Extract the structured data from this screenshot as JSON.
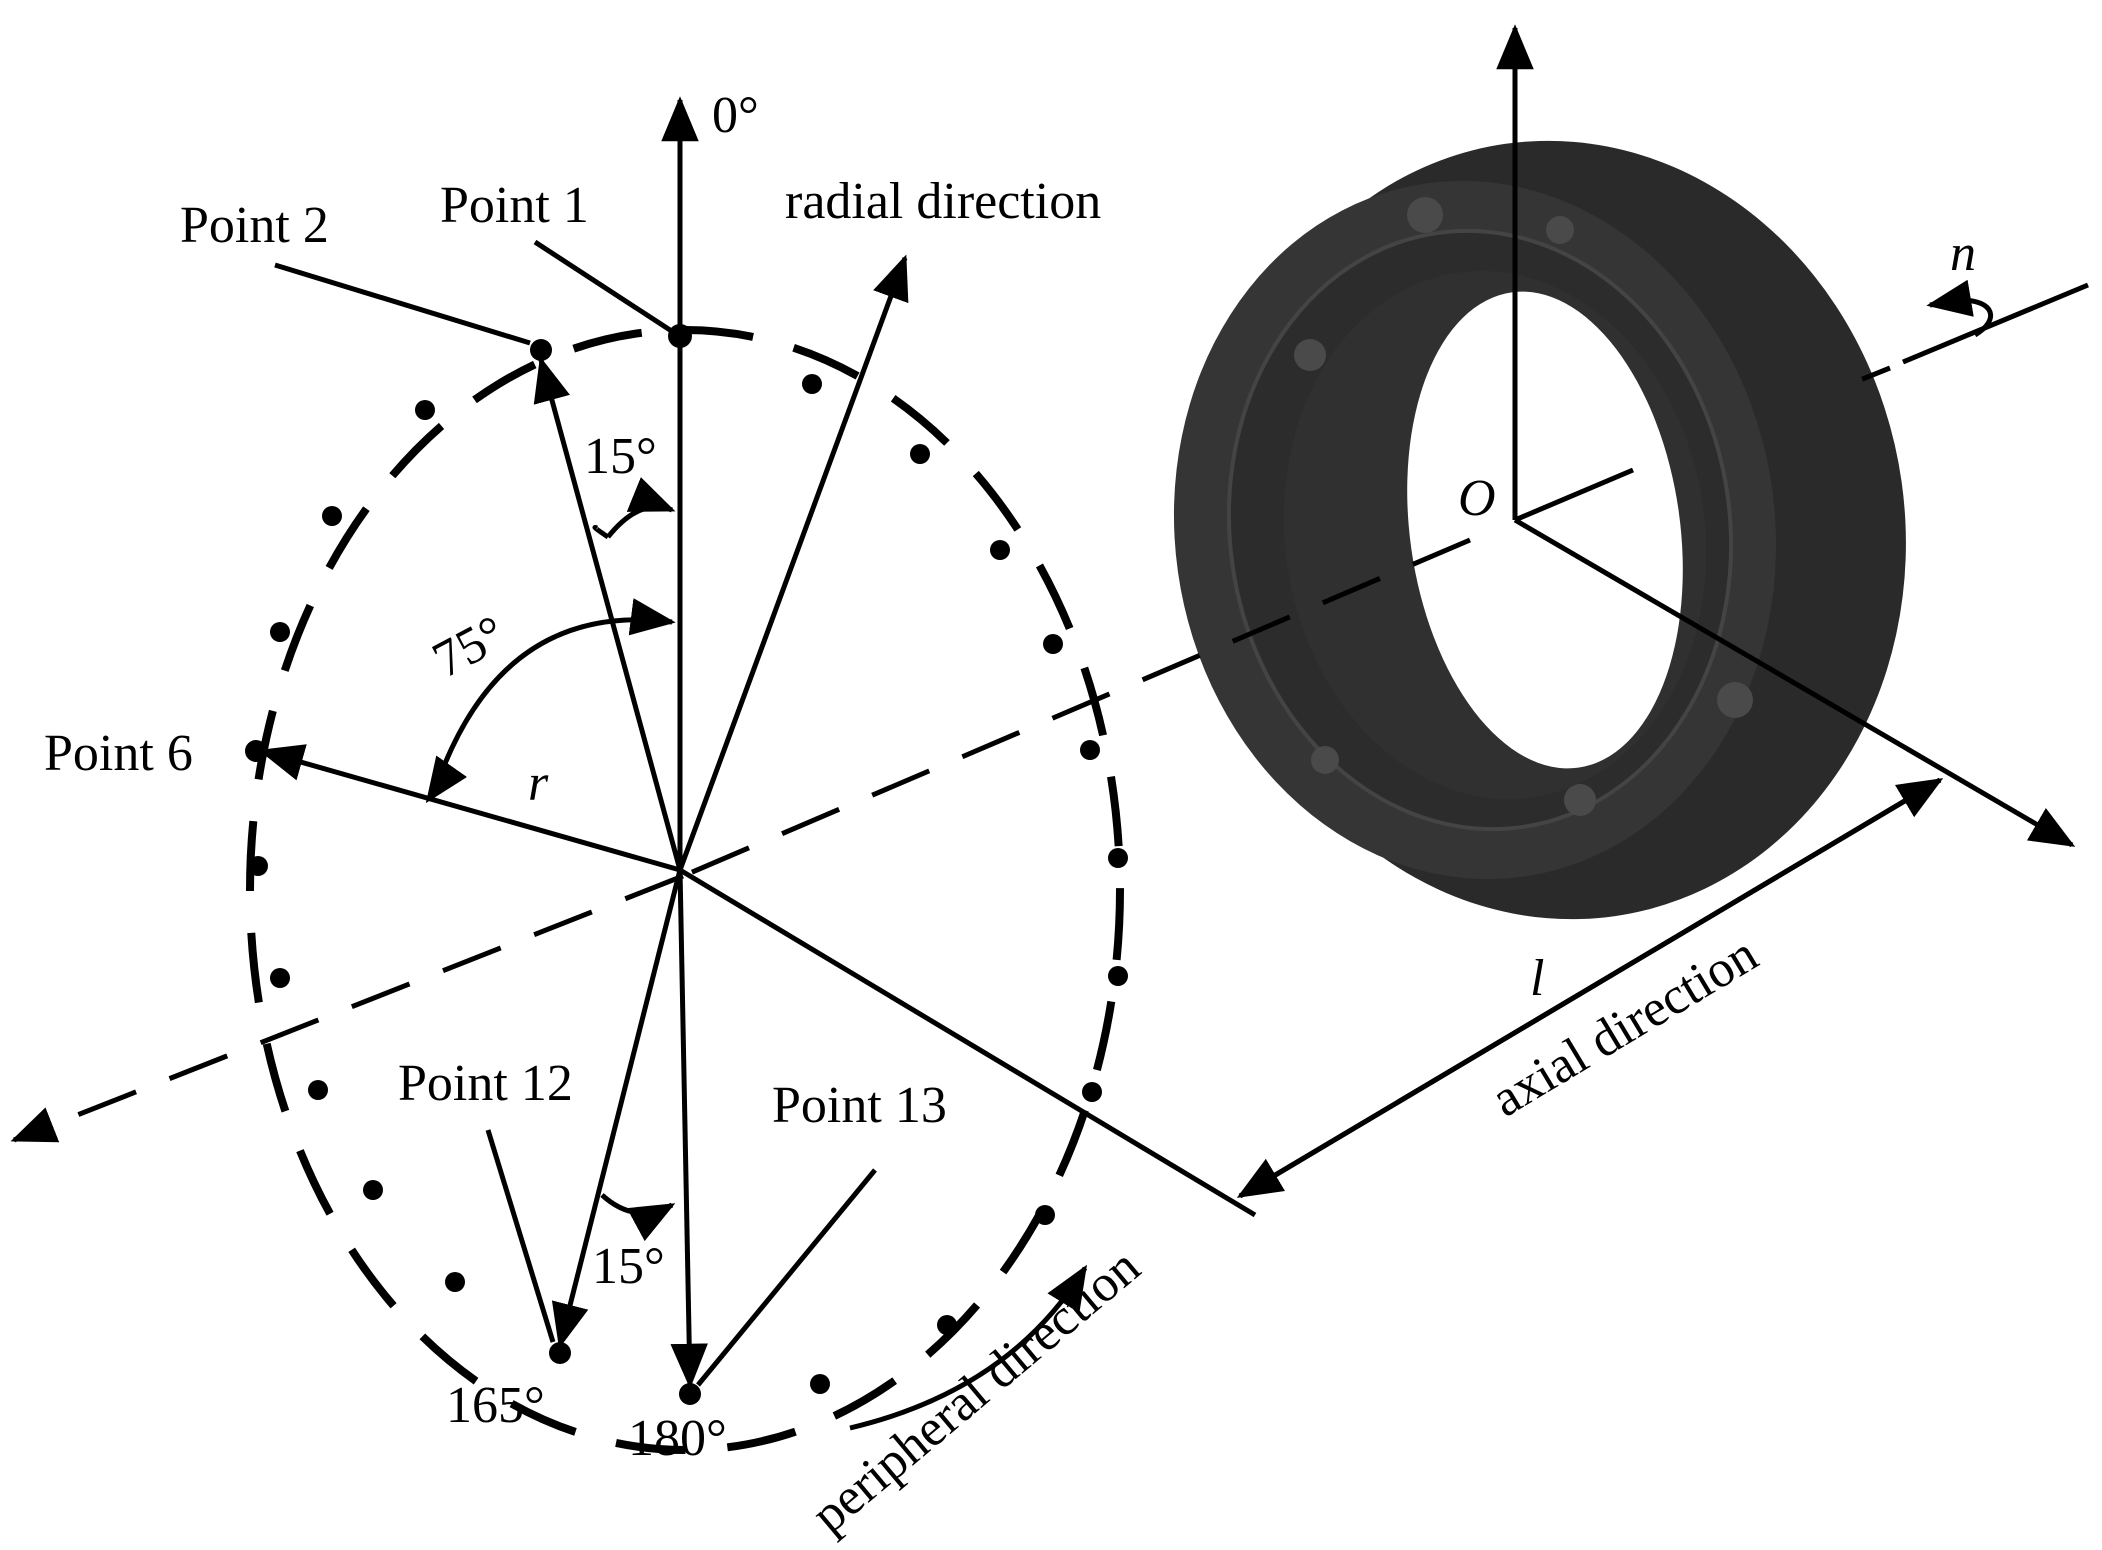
{
  "labels": {
    "deg_0": "0°",
    "point_1": "Point 1",
    "point_2": "Point 2",
    "radial": "radial direction",
    "deg_15_top": "15°",
    "deg_75": "75°",
    "point_6": "Point 6",
    "r": "r",
    "point_12": "Point 12",
    "point_13": "Point 13",
    "deg_15_bottom": "15°",
    "deg_165": "165°",
    "deg_180": "180°",
    "peripheral": "peripheral direction",
    "axial": "axial direction",
    "l": "l",
    "o": "O",
    "n": "n"
  },
  "colors": {
    "ink": "#000000",
    "bearing_body": "#2a2a2a",
    "bearing_face": "#333333",
    "bearing_dark": "#1c1c1c",
    "background": "#ffffff"
  }
}
